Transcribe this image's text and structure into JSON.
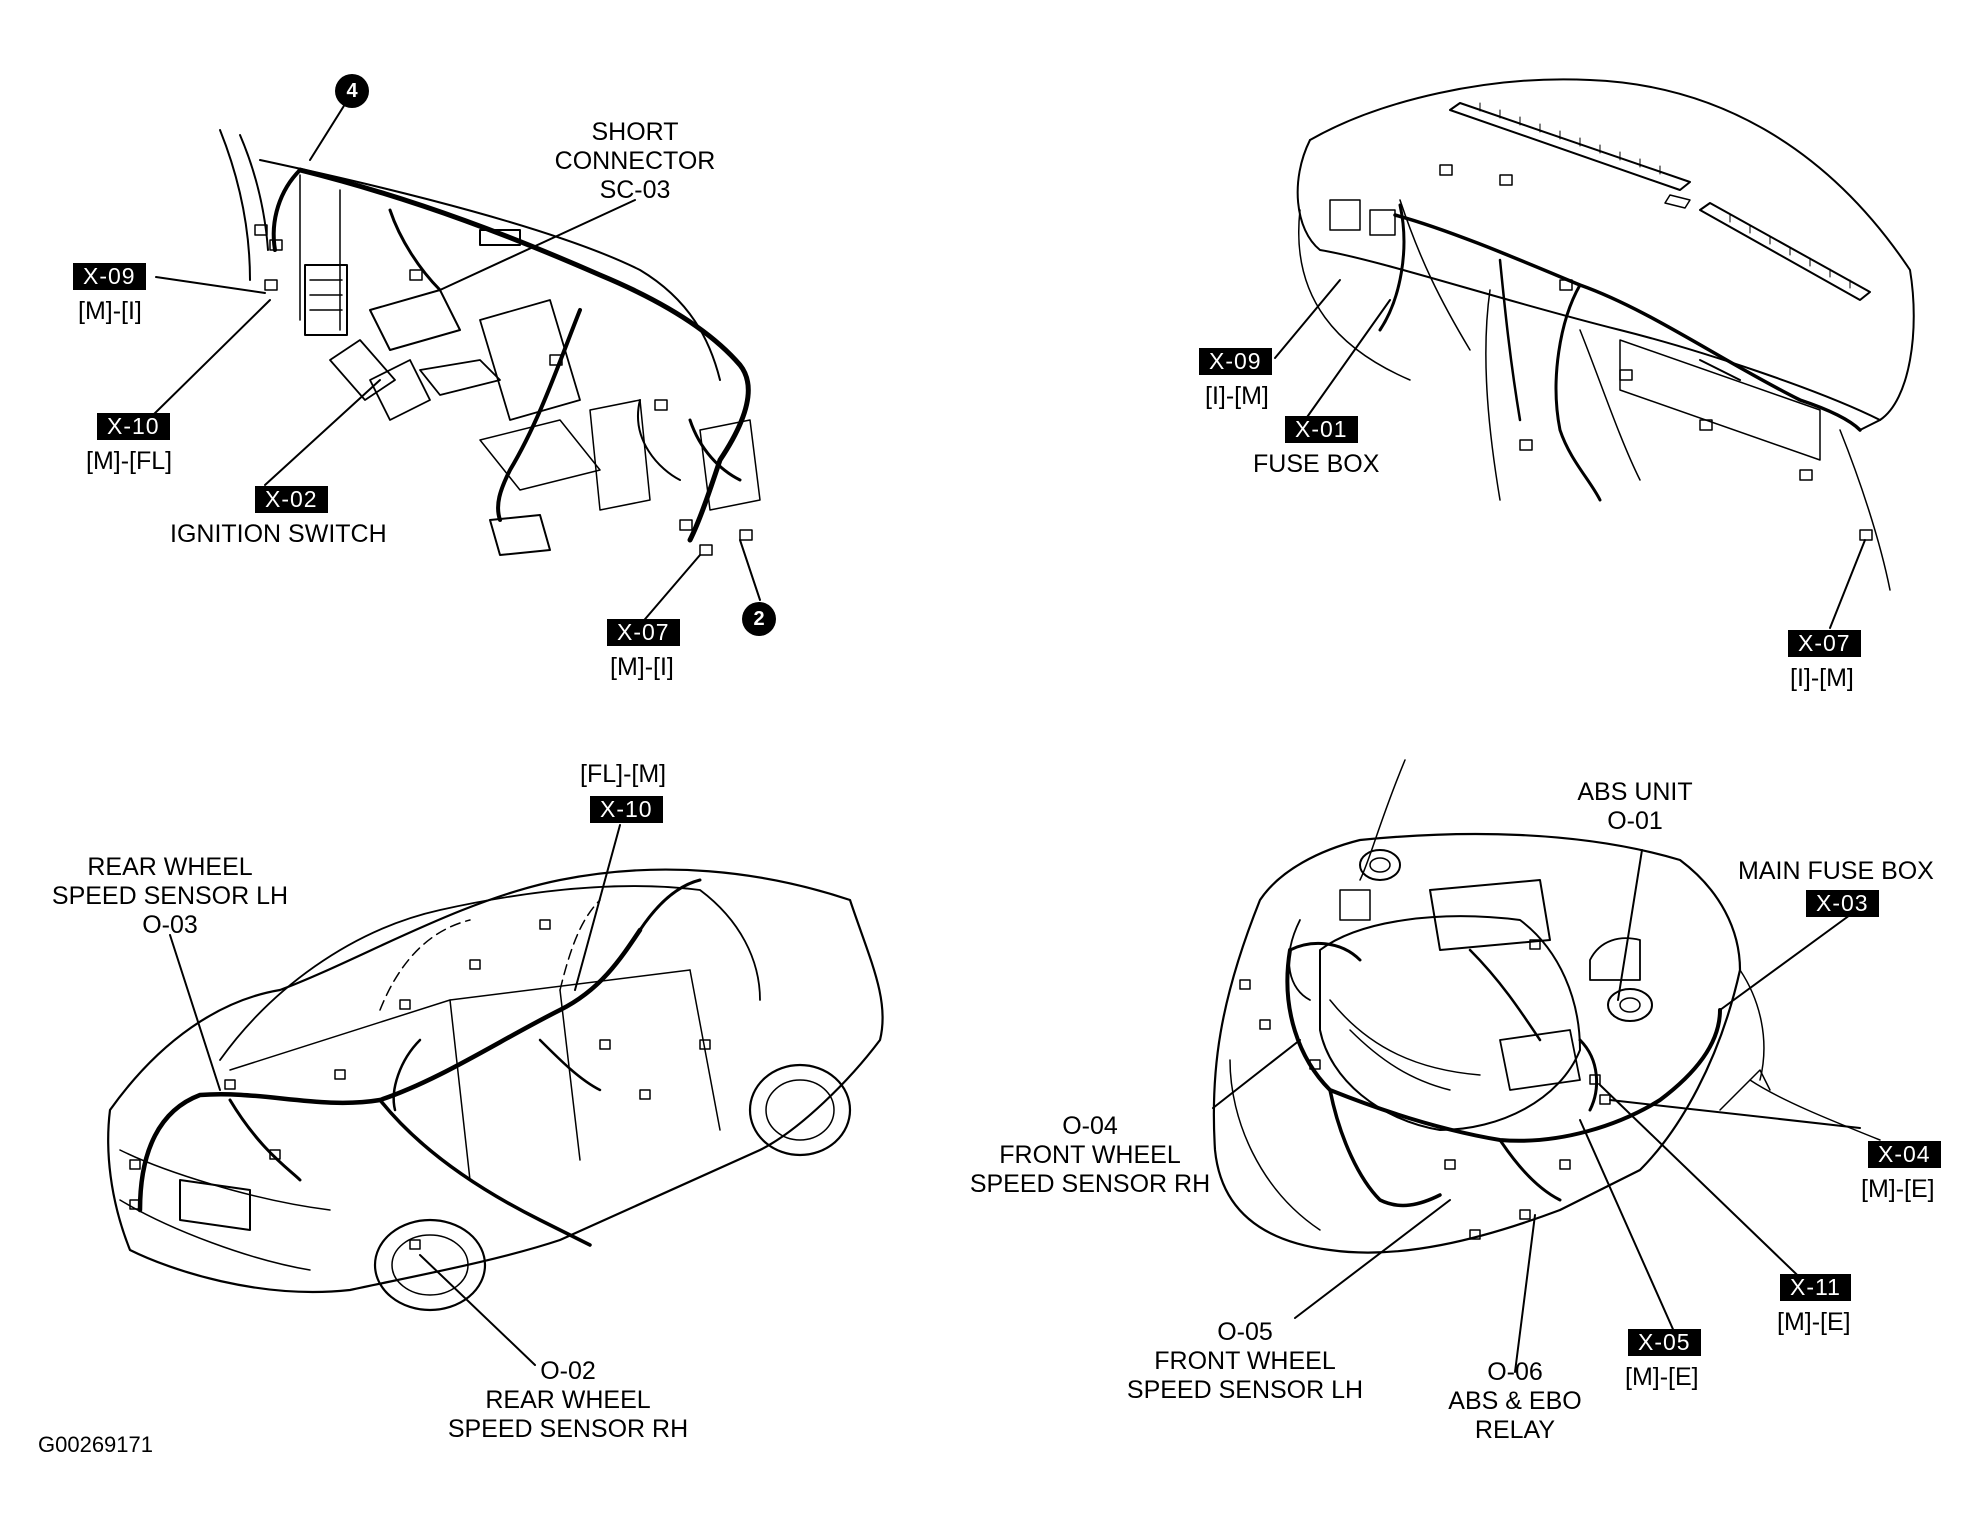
{
  "figure_code": "G00269171",
  "panels": {
    "dash_left": {
      "callouts": {
        "n4": "4",
        "n2": "2",
        "short_connector": [
          "SHORT",
          "CONNECTOR",
          "SC-03"
        ],
        "x09": {
          "tag": "X-09",
          "sub": "[M]-[I]"
        },
        "x10": {
          "tag": "X-10",
          "sub": "[M]-[FL]"
        },
        "x02": {
          "tag": "X-02",
          "sub": "IGNITION SWITCH"
        },
        "x07": {
          "tag": "X-07",
          "sub": "[M]-[I]"
        }
      }
    },
    "dash_right": {
      "callouts": {
        "x09": {
          "tag": "X-09",
          "sub": "[I]-[M]"
        },
        "x01": {
          "tag": "X-01",
          "sub": "FUSE BOX"
        },
        "x07": {
          "tag": "X-07",
          "sub": "[I]-[M]"
        }
      }
    },
    "body_rear": {
      "callouts": {
        "x10": {
          "tag": "X-10",
          "sub": "[FL]-[M]"
        },
        "o03": [
          "REAR WHEEL",
          "SPEED SENSOR LH",
          "O-03"
        ],
        "o02": [
          "O-02",
          "REAR WHEEL",
          "SPEED SENSOR RH"
        ]
      }
    },
    "engine_bay": {
      "callouts": {
        "abs_unit": [
          "ABS UNIT",
          "O-01"
        ],
        "main_fuse": {
          "title": "MAIN FUSE BOX",
          "tag": "X-03"
        },
        "o04": [
          "O-04",
          "FRONT WHEEL",
          "SPEED SENSOR RH"
        ],
        "x04": {
          "tag": "X-04",
          "sub": "[M]-[E]"
        },
        "x11": {
          "tag": "X-11",
          "sub": "[M]-[E]"
        },
        "x05": {
          "tag": "X-05",
          "sub": "[M]-[E]"
        },
        "o05": [
          "O-05",
          "FRONT WHEEL",
          "SPEED SENSOR LH"
        ],
        "o06": [
          "O-06",
          "ABS & EBO",
          "RELAY"
        ]
      }
    }
  }
}
